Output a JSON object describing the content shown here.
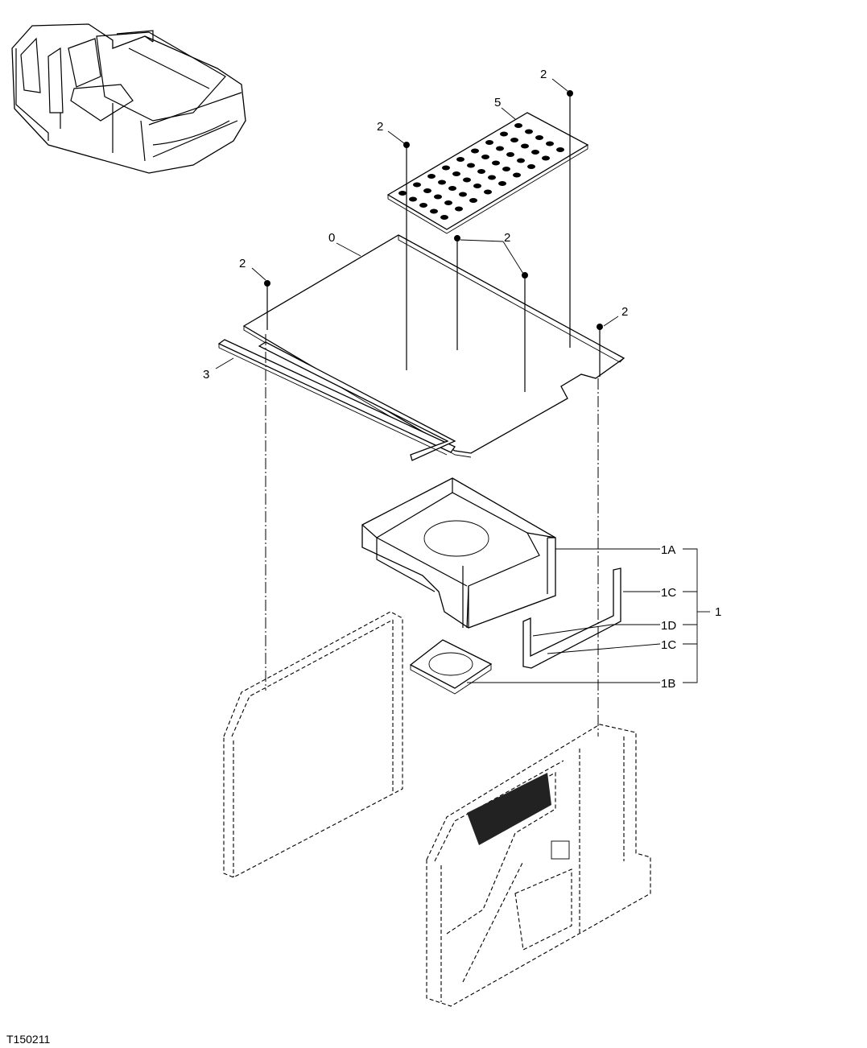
{
  "figure_ref": "T150211",
  "callouts": {
    "c0": "0",
    "c2a": "2",
    "c2b": "2",
    "c2c": "2",
    "c2d": "2",
    "c2e": "2",
    "c3": "3",
    "c5": "5",
    "c1": "1",
    "c1A": "1A",
    "c1B": "1B",
    "c1C_top": "1C",
    "c1C_bottom": "1C",
    "c1D": "1D"
  },
  "icons": {
    "locator": "excavator-locator-icon"
  }
}
